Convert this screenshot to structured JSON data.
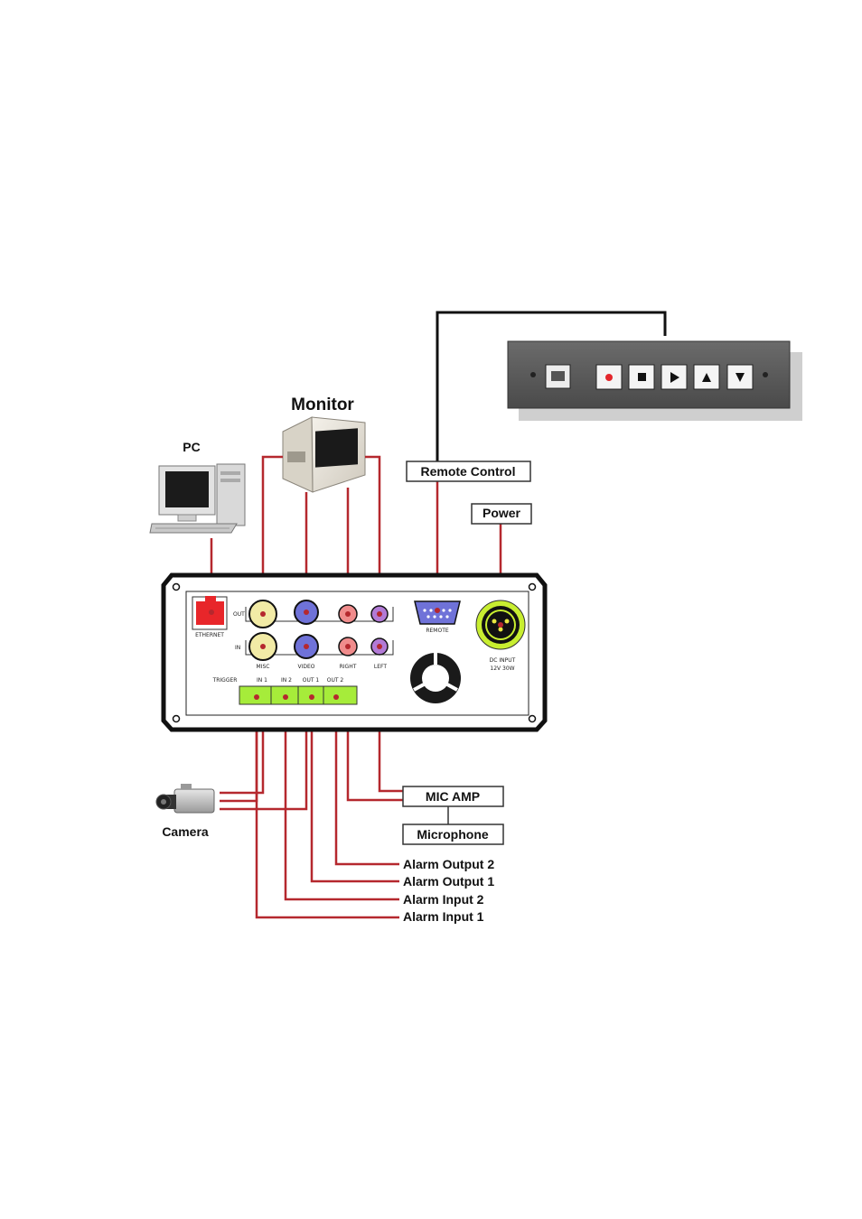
{
  "labels": {
    "monitor": "Monitor",
    "pc": "PC",
    "remote_control": "Remote Control",
    "power": "Power",
    "mic_amp": "MIC AMP",
    "microphone": "Microphone",
    "camera": "Camera",
    "alarm_output_2": "Alarm Output 2",
    "alarm_output_1": "Alarm Output 1",
    "alarm_input_2": "Alarm Input 2",
    "alarm_input_1": "Alarm Input 1"
  },
  "panel_labels": {
    "ethernet": "ETHERNET",
    "out": "OUT",
    "in": "IN",
    "misc": "MISC",
    "video": "VIDEO",
    "right": "RIGHT",
    "left": "LEFT",
    "remote": "REMOTE",
    "dc_input": "DC INPUT",
    "dc_voltage": "12V 30W",
    "trigger": "TRIGGER",
    "in1": "IN 1",
    "in2": "IN 2",
    "out1": "OUT 1",
    "out2": "OUT 2"
  },
  "remote_buttons": [
    "record",
    "stop",
    "play",
    "up",
    "down"
  ],
  "colors": {
    "wire": "#b5282e",
    "connector_yellow": "#f2eba6",
    "connector_blue": "#6f72d8",
    "connector_pink": "#f08c8c",
    "connector_purple": "#b27ad6",
    "terminal_green": "#a6ec3a",
    "ethernet_red": "#e8262a",
    "power_green": "#c8ee30"
  }
}
